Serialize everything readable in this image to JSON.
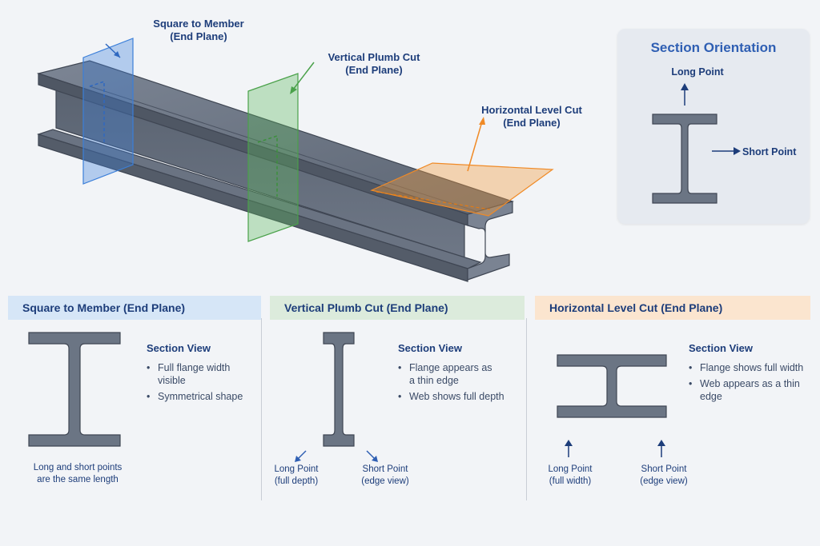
{
  "callouts": {
    "square": "Square to Member\n(End Plane)",
    "plumb": "Vertical Plumb Cut\n(End Plane)",
    "level": "Horizontal Level Cut\n(End Plane)"
  },
  "orientation": {
    "title": "Section Orientation",
    "long_point": "Long Point",
    "short_point": "Short Point"
  },
  "panels": [
    {
      "title": "Square to Member (End Plane)",
      "header_color": "#d6e6f7",
      "section_view": "",
      "bullets": [],
      "note": "Long and short points\nare the same length"
    },
    {
      "title": "Vertical Plumb Cut (End Plane)",
      "header_color": "#dcebdc",
      "section_view": "Section View",
      "bullets": [
        "Flange appears as\na thin edge",
        "Web shows full depth"
      ],
      "label_left": "Long Point\n(full depth)",
      "label_right": "Short Point\n(edge view)"
    },
    {
      "title": "Horizontal Level Cut (End Plane)",
      "header_color": "#fbe5cf",
      "section_view": "Section View",
      "bullets": [
        "Flange shows full width",
        "Web appears as a thin\nedge"
      ],
      "label_left": "Long Point\n(full width)",
      "label_right": "Short Point\n(edge view)"
    }
  ],
  "panel1_view": {
    "section_view": "Section View",
    "bullets": [
      "Full flange width\nvisible",
      "Symmetrical shape"
    ]
  },
  "colors": {
    "steel": "#6b7584",
    "steel_dark": "#4a5261",
    "blue_plane": "#3b7fd9",
    "green_plane": "#5cb85c",
    "orange_plane": "#f39a3c",
    "text": "#1d3d7a"
  }
}
